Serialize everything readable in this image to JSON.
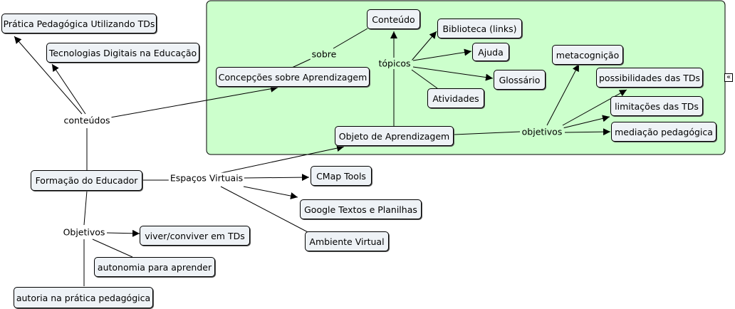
{
  "nodes": {
    "pratica": "Prática Pedagógica Utilizando TDs",
    "tecnologias": "Tecnologias Digitais na Educação",
    "concepcoes": "Concepções sobre Aprendizagem",
    "conteudo": "Conteúdo",
    "biblioteca": "Biblioteca (links)",
    "ajuda": "Ajuda",
    "glossario": "Glossário",
    "atividades": "Atividades",
    "metacognicao": "metacognição",
    "possibilidades": "possibilidades das TDs",
    "limitacoes": "limitações das TDs",
    "mediacao": "mediação pedagógica",
    "objeto": "Objeto de Aprendizagem",
    "formacao": "Formação do Educador",
    "cmap": "CMap Tools",
    "google": "Google Textos e Planilhas",
    "ambiente": "Ambiente Virtual",
    "viver": "viver/conviver em TDs",
    "autonomia": "autonomia para aprender",
    "autoria": "autoria na prática pedagógica"
  },
  "links": {
    "conteudos": "conteúdos",
    "sobre": "sobre",
    "topicos": "tópicos",
    "objetivos_obj": "objetivos",
    "espacos": "Espaços Virtuais",
    "objetivos_form": "Objetivos"
  },
  "controls": {
    "collapse_icon": "«"
  },
  "colors": {
    "group_fill": "#ccffcc",
    "node_fill": "#eef2f6"
  }
}
